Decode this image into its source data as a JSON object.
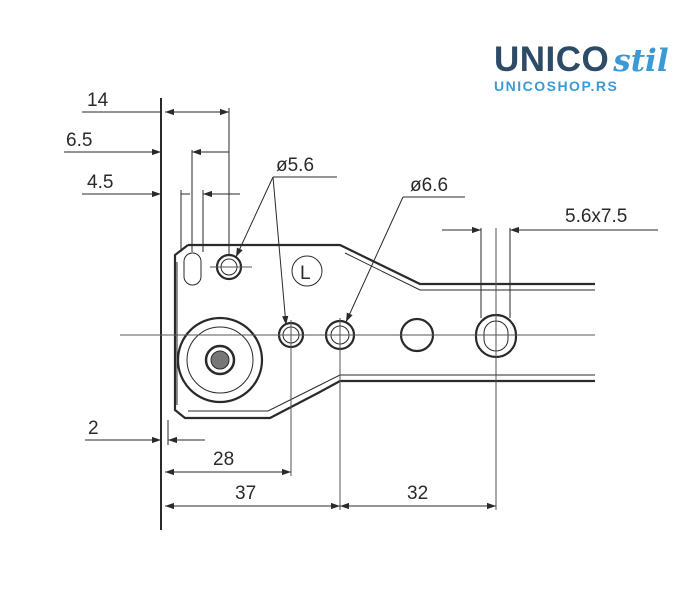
{
  "logo": {
    "main": "UNICO",
    "script": "stil",
    "sub": "UNICOSHOP.RS"
  },
  "dimensions": {
    "d14": "14",
    "d6_5": "6.5",
    "d4_5": "4.5",
    "d2": "2",
    "d28": "28",
    "d37": "37",
    "d32": "32",
    "dia5_6": "ø5.6",
    "dia6_6": "ø6.6",
    "slot": "5.6x7.5"
  },
  "symbols": {
    "side_mark": "L"
  },
  "colors": {
    "line": "#2a2a2a",
    "brand_dark": "#2d4a66",
    "brand_light": "#3b9ad6"
  }
}
